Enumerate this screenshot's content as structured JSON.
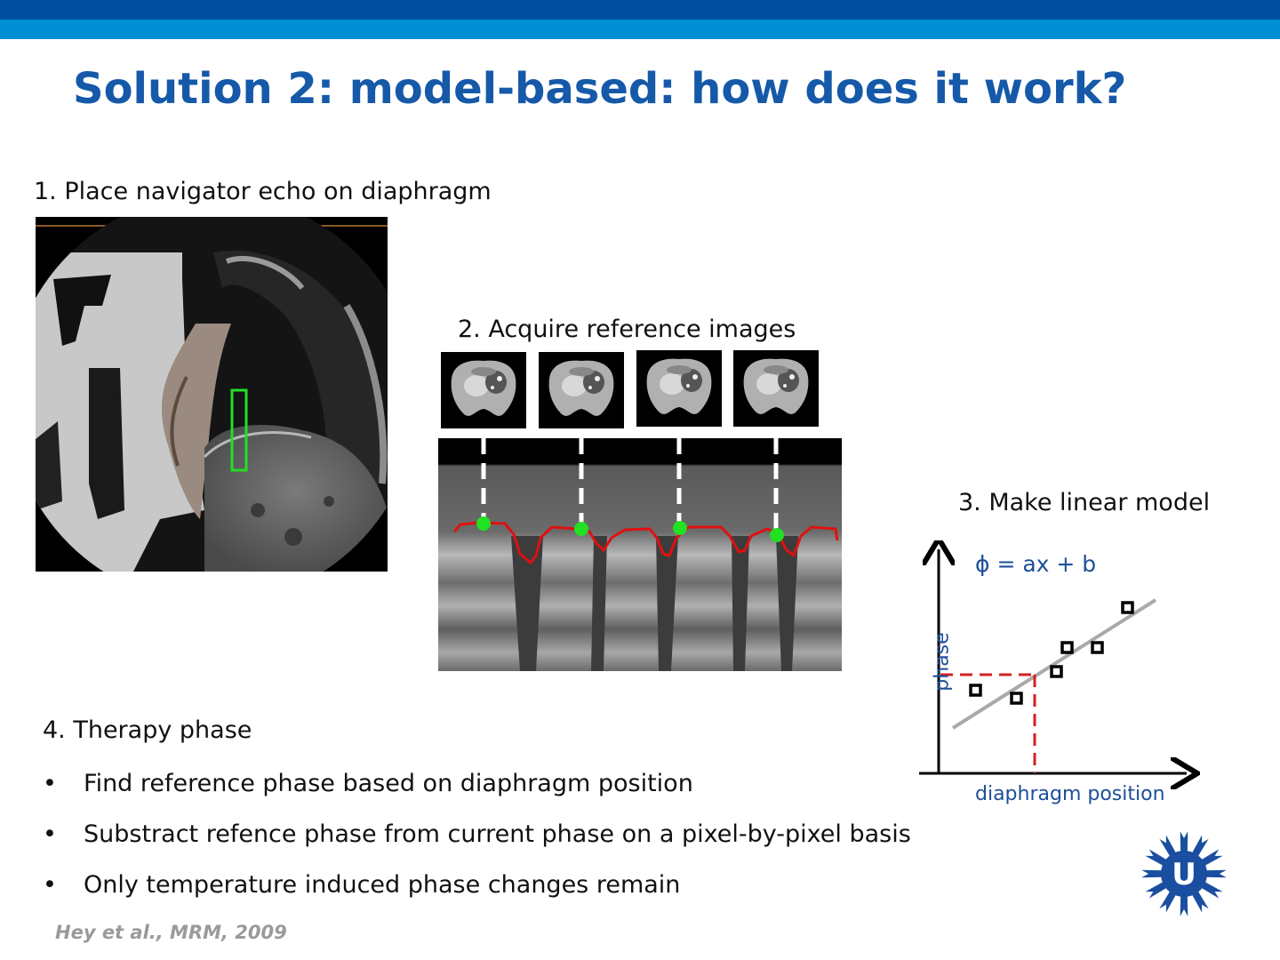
{
  "slide": {
    "title": "Solution 2: model-based: how does it work?",
    "step1": "1. Place navigator echo on diaphragm",
    "step2": "2. Acquire reference images",
    "step3": "3. Make linear model",
    "step4": "4. Therapy phase",
    "bullets": [
      "Find reference phase based on diaphragm position",
      "Substract refence phase from current phase on a pixel-by-pixel basis",
      "Only temperature induced phase changes remain"
    ],
    "bullet_symbol": "•",
    "citation": "Hey et al., MRM, 2009"
  },
  "graph": {
    "equation": "ϕ = ax + b",
    "xlabel": "diaphragm position",
    "ylabel": "phase"
  },
  "logo": {
    "letter": "U",
    "color": "#1a4ea0"
  },
  "colors": {
    "band_dark": "#004f9f",
    "band_light": "#008fd5",
    "title": "#1559a8",
    "navigator_box": "#22e022",
    "diaphragm_trace": "#e01010",
    "marker": "#22e022",
    "model_line": "#a9a9a9",
    "guide_dash": "#d42020"
  }
}
